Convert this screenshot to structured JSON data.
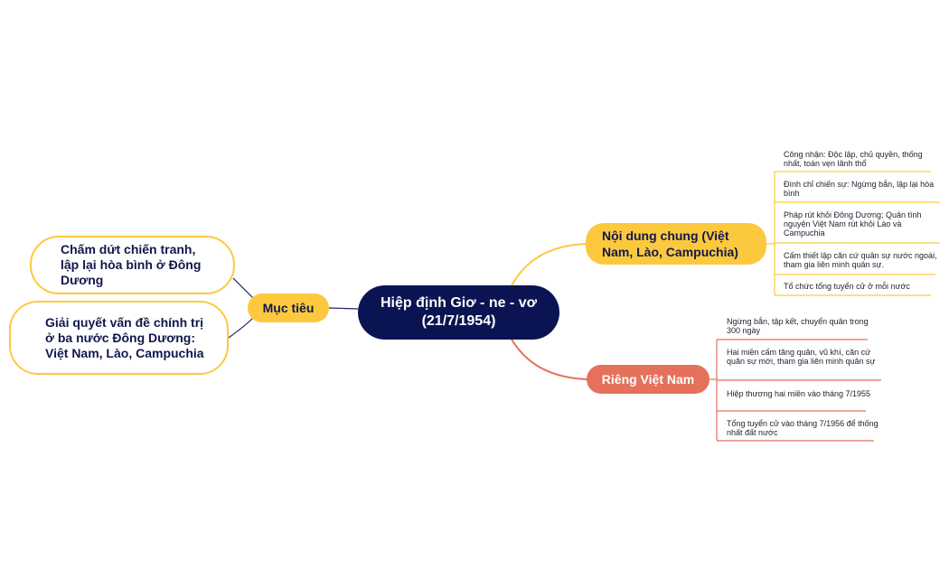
{
  "root": {
    "title": "Hiệp định Giơ - ne - vơ (21/7/1954)"
  },
  "left_branch": {
    "label": "Mục tiêu",
    "children": [
      "Chấm dứt chiến tranh, lập lại hòa bình ở Đông Dương",
      "Giải quyết vấn đề chính trị ở ba nước Đông Dương: Việt Nam, Lào, Campuchia"
    ]
  },
  "right_top": {
    "label": "Nội dung chung (Việt Nam, Lào, Campuchia)",
    "children": [
      "Công nhận: Độc lập, chủ quyền, thống nhất, toàn vẹn lãnh thổ",
      "Đình chỉ chiến sự: Ngừng bắn, lập lại hòa bình",
      "Pháp rút khỏi Đông Dương; Quân tình nguyện Việt Nam rút khỏi Lào và Campuchia",
      "Cấm thiết lập căn cứ quân sự nước ngoài, tham gia liên minh quân sự.",
      "Tổ chức tổng tuyển cử ở mỗi nước"
    ]
  },
  "right_bottom": {
    "label": "Riêng Việt Nam",
    "children": [
      "Ngừng bắn, tập kết, chuyển quân trong 300 ngày",
      "Hai miền cấm tăng quân, vũ khí, căn cứ quân sự mới, tham gia liên minh quân sự",
      "Hiệp thương hai miền vào tháng 7/1955",
      "Tổng tuyển cử vào tháng 7/1956 để thống nhất đất nước"
    ]
  },
  "colors": {
    "root": "#0b1452",
    "yellow": "#fcc93e",
    "red": "#e5705c",
    "navy_line": "#1c2160"
  }
}
